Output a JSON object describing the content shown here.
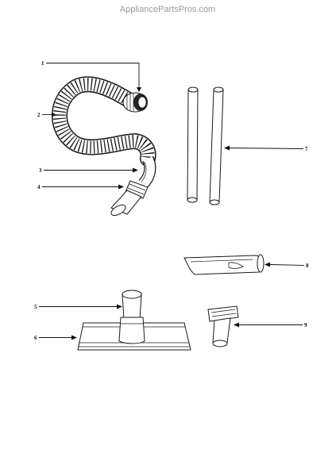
{
  "watermark": "AppliancePartsPros.com",
  "callouts": [
    {
      "id": "1",
      "label": "1"
    },
    {
      "id": "2",
      "label": "2"
    },
    {
      "id": "3",
      "label": "3"
    },
    {
      "id": "4",
      "label": "4"
    },
    {
      "id": "5",
      "label": "5"
    },
    {
      "id": "6",
      "label": "6"
    },
    {
      "id": "7",
      "label": "7"
    },
    {
      "id": "8",
      "label": "8"
    },
    {
      "id": "9",
      "label": "9"
    }
  ],
  "parts": [
    {
      "callout": "1",
      "icon": "hose-connector-icon"
    },
    {
      "callout": "2",
      "icon": "flexible-hose-icon"
    },
    {
      "callout": "3",
      "icon": "hose-wand-bend-icon"
    },
    {
      "callout": "4",
      "icon": "hose-end-tube-icon"
    },
    {
      "callout": "5",
      "icon": "floor-tool-neck-icon"
    },
    {
      "callout": "6",
      "icon": "floor-brush-tool-icon"
    },
    {
      "callout": "7",
      "icon": "extension-wand-pair-icon"
    },
    {
      "callout": "8",
      "icon": "crevice-tool-icon"
    },
    {
      "callout": "9",
      "icon": "upholstery-nozzle-icon"
    }
  ]
}
